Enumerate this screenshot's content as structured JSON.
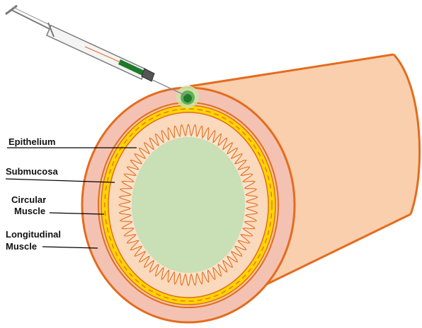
{
  "labels": {
    "epithelium": "Epithelium",
    "submucosa": "Submucosa",
    "circular_line1": "Circular",
    "circular_line2": "Muscle",
    "longitudinal_line1": "Longitudinal",
    "longitudinal_line2": "Muscle"
  },
  "colors": {
    "outline": "#e36c1f",
    "tube_fill": "#f9cfad",
    "outer_layer": "#f4c2b2",
    "yellow_band": "#ffd400",
    "yellow_dash": "#e36c1f",
    "submucosa": "#fad9bc",
    "lumen": "#c9dfb6",
    "villi": "#e36c1f",
    "injection_dark": "#1e7a2a",
    "injection_glow": "#c9e6a6",
    "syringe_line": "#7a7a7a",
    "label_line": "#000000"
  },
  "icons": {
    "syringe": "syringe-icon",
    "injection_site": "injection-dot-icon"
  }
}
